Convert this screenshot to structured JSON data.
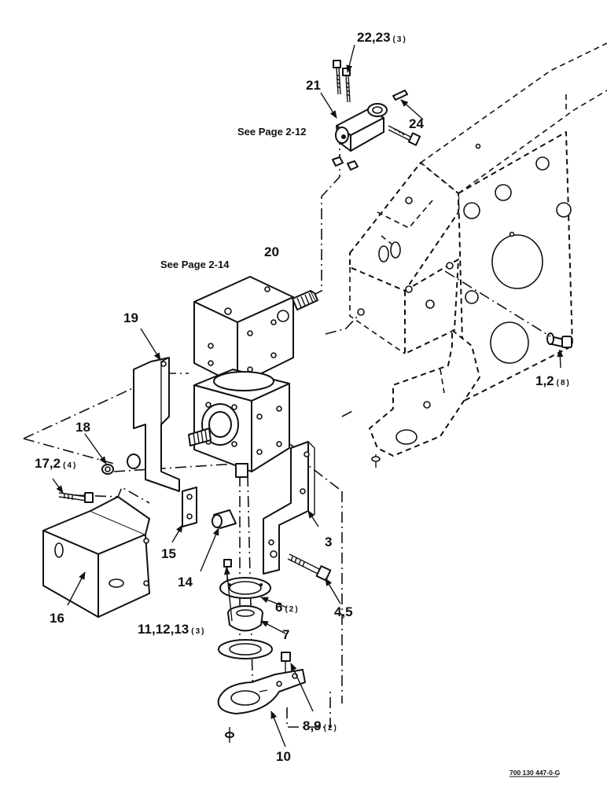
{
  "notes": {
    "see_page_2_12": "See Page 2-12",
    "see_page_2_14": "See Page 2-14"
  },
  "callouts": {
    "c22_23": {
      "label": "22,23",
      "qty": "(3)"
    },
    "c21": {
      "label": "21",
      "qty": ""
    },
    "c24": {
      "label": "24",
      "qty": ""
    },
    "c20": {
      "label": "20",
      "qty": ""
    },
    "c19": {
      "label": "19",
      "qty": ""
    },
    "c1_2": {
      "label": "1,2",
      "qty": "(8)"
    },
    "c18": {
      "label": "18",
      "qty": ""
    },
    "c17_2": {
      "label": "17,2",
      "qty": "(4)"
    },
    "c3": {
      "label": "3",
      "qty": ""
    },
    "c15": {
      "label": "15",
      "qty": ""
    },
    "c14": {
      "label": "14",
      "qty": ""
    },
    "c16": {
      "label": "16",
      "qty": ""
    },
    "c11_12_13": {
      "label": "11,12,13",
      "qty": "(3)"
    },
    "c6": {
      "label": "6",
      "qty": "(2)"
    },
    "c4_5": {
      "label": "4,5",
      "qty": ""
    },
    "c7": {
      "label": "7",
      "qty": ""
    },
    "c8_9": {
      "label": "8,9",
      "qty": "(2)"
    },
    "c10": {
      "label": "10",
      "qty": ""
    }
  },
  "drawing_number": "700 130 447-0-G"
}
